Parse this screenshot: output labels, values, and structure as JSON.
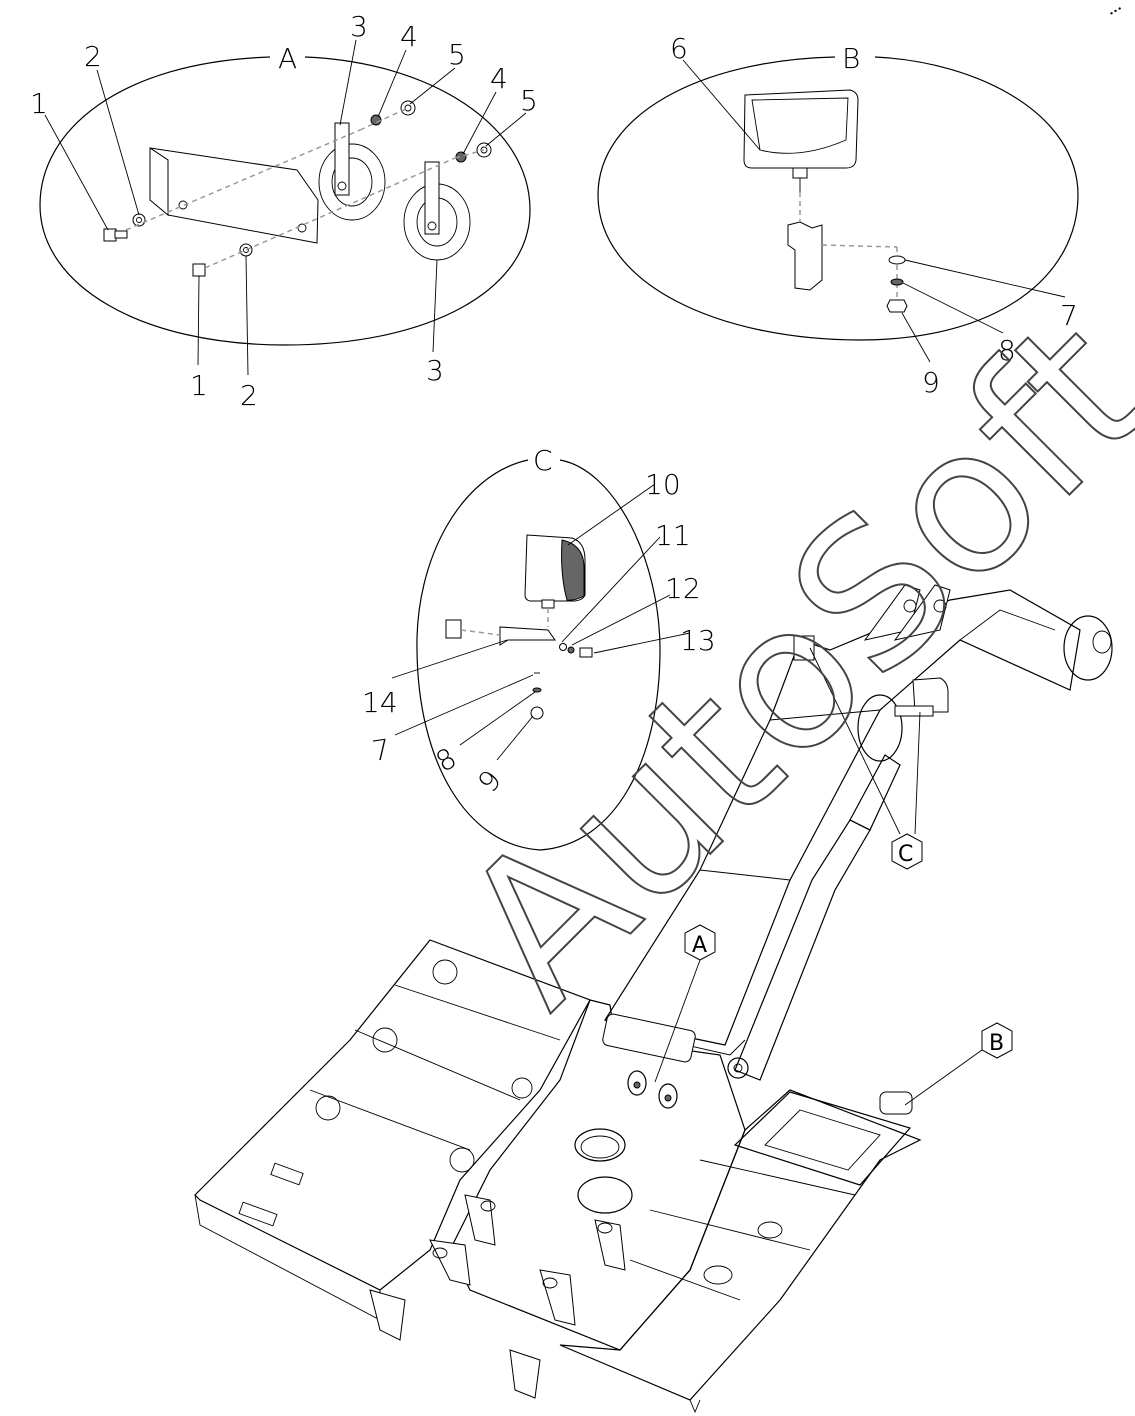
{
  "details": {
    "A": {
      "letter": "A",
      "labels": [
        "1",
        "2",
        "3",
        "4",
        "5",
        "4",
        "5",
        "1",
        "2",
        "3"
      ]
    },
    "B": {
      "letter": "B",
      "labels": [
        "6",
        "7",
        "8",
        "9"
      ]
    },
    "C": {
      "letter": "C",
      "labels": [
        "10",
        "11",
        "12",
        "13",
        "14",
        "7",
        "8",
        "9"
      ]
    }
  },
  "callouts": {
    "A": "A",
    "B": "B",
    "C": "C"
  },
  "watermark": "AutoSoft",
  "corner_mark": "•••"
}
